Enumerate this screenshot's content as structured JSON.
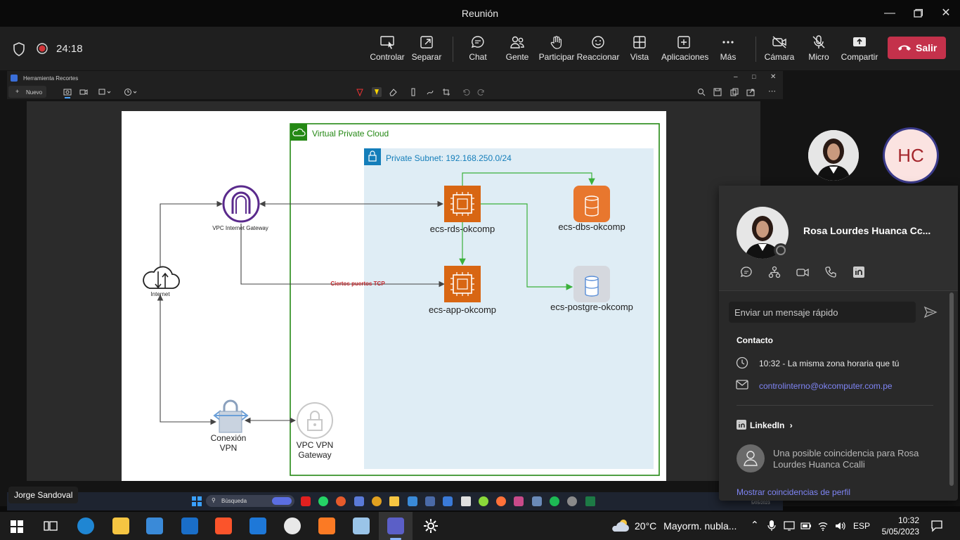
{
  "window": {
    "title": "Reunión"
  },
  "meeting": {
    "timer": "24:18",
    "toolbar": {
      "controlar": "Controlar",
      "separar": "Separar",
      "chat": "Chat",
      "gente": "Gente",
      "participar": "Participar",
      "reaccionar": "Reaccionar",
      "vista": "Vista",
      "aplicaciones": "Aplicaciones",
      "mas": "Más",
      "camara": "Cámara",
      "micro": "Micro",
      "compartir": "Compartir",
      "salir": "Salir"
    },
    "presenter_name": "Jorge Sandoval"
  },
  "snip": {
    "title": "Herramienta Recortes",
    "new_label": "Nuevo"
  },
  "diagram": {
    "vpc_label": "Virtual Private Cloud",
    "subnet_label": "Private Subnet: 192.168.250.0/24",
    "gateway_label": "VPC Internet Gateway",
    "internet_label": "Internet",
    "rds_label": "ecs-rds-okcomp",
    "dbs_label": "ecs-dbs-okcomp",
    "app_label": "ecs-app-okcomp",
    "postgre_label": "ecs-postgre-okcomp",
    "tcp_label": "Ciertos puertos TCP",
    "vpn_conn_label_1": "Conexión",
    "vpn_conn_label_2": "VPN",
    "vpn_gw_label_1": "VPC VPN",
    "vpn_gw_label_2": "Gateway"
  },
  "participants": {
    "hc_initials": "HC"
  },
  "contact_card": {
    "name": "Rosa Lourdes Huanca Cc...",
    "quick_message_placeholder": "Enviar un mensaje rápido",
    "contact_heading": "Contacto",
    "timezone": "10:32 - La misma zona horaria que tú",
    "email": "controlinterno@okcomputer.com.pe",
    "linkedin_heading": "LinkedIn",
    "linkedin_match": "Una posible coincidencia para Rosa Lourdes Huanca Ccalli",
    "show_matches": "Mostrar coincidencias de perfil"
  },
  "inner_taskbar": {
    "search": "Búsqueda",
    "date": "5/05/2023"
  },
  "taskbar": {
    "weather_temp": "20°C",
    "weather_desc": "Mayorm. nubla...",
    "lang": "ESP",
    "time": "10:32",
    "date": "5/05/2023"
  },
  "colors": {
    "vpc_green": "#248814",
    "subnet_blue": "#147eba",
    "subnet_fill": "#dfedf5",
    "ec2_orange": "#d86613",
    "gateway_purple": "#5a2a8c",
    "leave_red": "#c4314b",
    "link_blue": "#7f85f5"
  }
}
